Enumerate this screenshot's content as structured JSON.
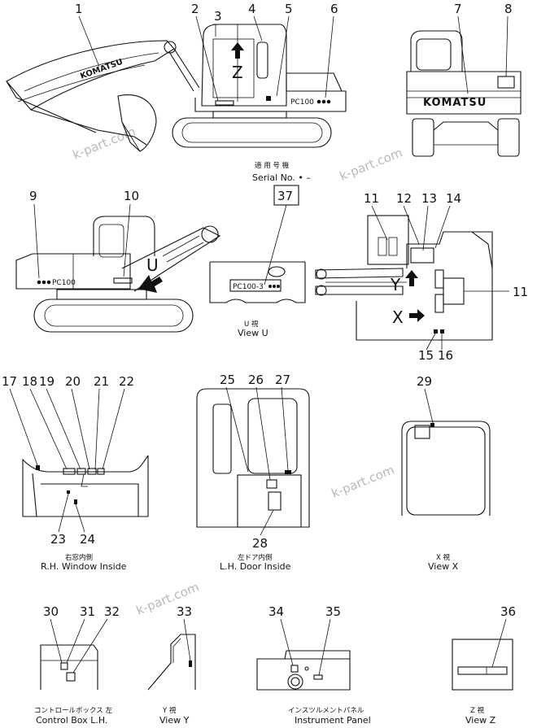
{
  "watermarks": [
    "k-part.com",
    "k-part.com",
    "k-part.com",
    "k-part.com"
  ],
  "brand": {
    "boom_logo": "KOMATSU",
    "rear_logo": "KOMATSU"
  },
  "model_plates": {
    "side": "PC100",
    "rear_left": "PC100",
    "view_u": "PC100-3"
  },
  "marks": {
    "z": "Z",
    "u": "U",
    "y": "Y",
    "x": "X"
  },
  "serial": {
    "jp": "適 用 号 機",
    "en": "Serial  No.  • –",
    "box": "37"
  },
  "callouts": {
    "n1": "1",
    "n2": "2",
    "n3": "3",
    "n4": "4",
    "n5": "5",
    "n6": "6",
    "n7": "7",
    "n8": "8",
    "n9": "9",
    "n10": "10",
    "n11a": "11",
    "n11b": "11",
    "n12": "12",
    "n13": "13",
    "n14": "14",
    "n15": "15",
    "n16": "16",
    "n17": "17",
    "n18": "18",
    "n19": "19",
    "n20": "20",
    "n21": "21",
    "n22": "22",
    "n23": "23",
    "n24": "24",
    "n25": "25",
    "n26": "26",
    "n27": "27",
    "n28": "28",
    "n29": "29",
    "n30": "30",
    "n31": "31",
    "n32": "32",
    "n33": "33",
    "n34": "34",
    "n35": "35",
    "n36": "36"
  },
  "captions": {
    "view_u": {
      "jp": "U   視",
      "en": "View  U"
    },
    "rh_window": {
      "jp": "右窓内側",
      "en": "R.H. Window Inside"
    },
    "lh_door": {
      "jp": "左ドア内側",
      "en": "L.H. Door Inside"
    },
    "view_x": {
      "jp": "X   視",
      "en": "View  X"
    },
    "control_box": {
      "jp": "コントロールボックス   左",
      "en": "Control  Box  L.H."
    },
    "view_y": {
      "jp": "Y   視",
      "en": "View  Y"
    },
    "instrument": {
      "jp": "インスツルメントパネル",
      "en": "Instrument Panel"
    },
    "view_z": {
      "jp": "Z   視",
      "en": "View  Z"
    }
  }
}
